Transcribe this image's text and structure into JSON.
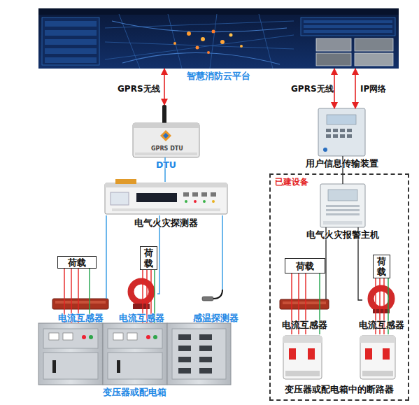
{
  "diagram": {
    "nodes": [
      {
        "text": [
          "智慧消防云平台"
        ]
      },
      {
        "text": [
          "DTU"
        ]
      },
      {
        "text": [
          "电气火灾探测器"
        ]
      },
      {
        "text": [
          "用户信息传输装置"
        ]
      },
      {
        "text": [
          "已建设备"
        ]
      },
      {
        "text": [
          "电气火灾报警主机"
        ],
        "in": 4
      },
      {
        "text": [
          "荷载"
        ]
      },
      {
        "text": [
          "荷载"
        ]
      },
      {
        "text": [
          "电流互感器"
        ]
      },
      {
        "text": [
          "电流互感器"
        ]
      },
      {
        "text": [
          "感温探测器"
        ]
      },
      {
        "text": [
          "变压器或配电箱"
        ]
      },
      {
        "text": [
          "荷载"
        ],
        "in": 4
      },
      {
        "text": [
          "荷载"
        ],
        "in": 4
      },
      {
        "text": [
          "电流互感器"
        ],
        "in": 4
      },
      {
        "text": [
          "电流互感器"
        ],
        "in": 4
      },
      {
        "text": [
          "变压器或配电箱中的断路器"
        ],
        "in": 4
      }
    ],
    "edges": [
      {
        "from": 0,
        "to": 1,
        "arrow": "both",
        "label": "GPRS无线"
      },
      {
        "from": 0,
        "to": 3,
        "arrow": "both",
        "label": "GPRS无线"
      },
      {
        "from": 0,
        "to": 3,
        "arrow": "both",
        "label": "IP网络"
      },
      {
        "from": 1,
        "to": 2,
        "arrow": "none"
      },
      {
        "from": 2,
        "to": 8,
        "arrow": "none"
      },
      {
        "from": 2,
        "to": 9,
        "arrow": "none"
      },
      {
        "from": 2,
        "to": 10,
        "arrow": "none"
      },
      {
        "from": 3,
        "to": 5,
        "arrow": "none"
      },
      {
        "from": 5,
        "to": 14,
        "arrow": "none"
      },
      {
        "from": 5,
        "to": 15,
        "arrow": "none"
      },
      {
        "from": 6,
        "to": 11,
        "arrow": "none"
      },
      {
        "from": 7,
        "to": 11,
        "arrow": "none"
      },
      {
        "from": 12,
        "to": 16,
        "arrow": "none"
      },
      {
        "from": 13,
        "to": 16,
        "arrow": "none"
      }
    ],
    "labels": [
      "GPRS DTU"
    ]
  }
}
